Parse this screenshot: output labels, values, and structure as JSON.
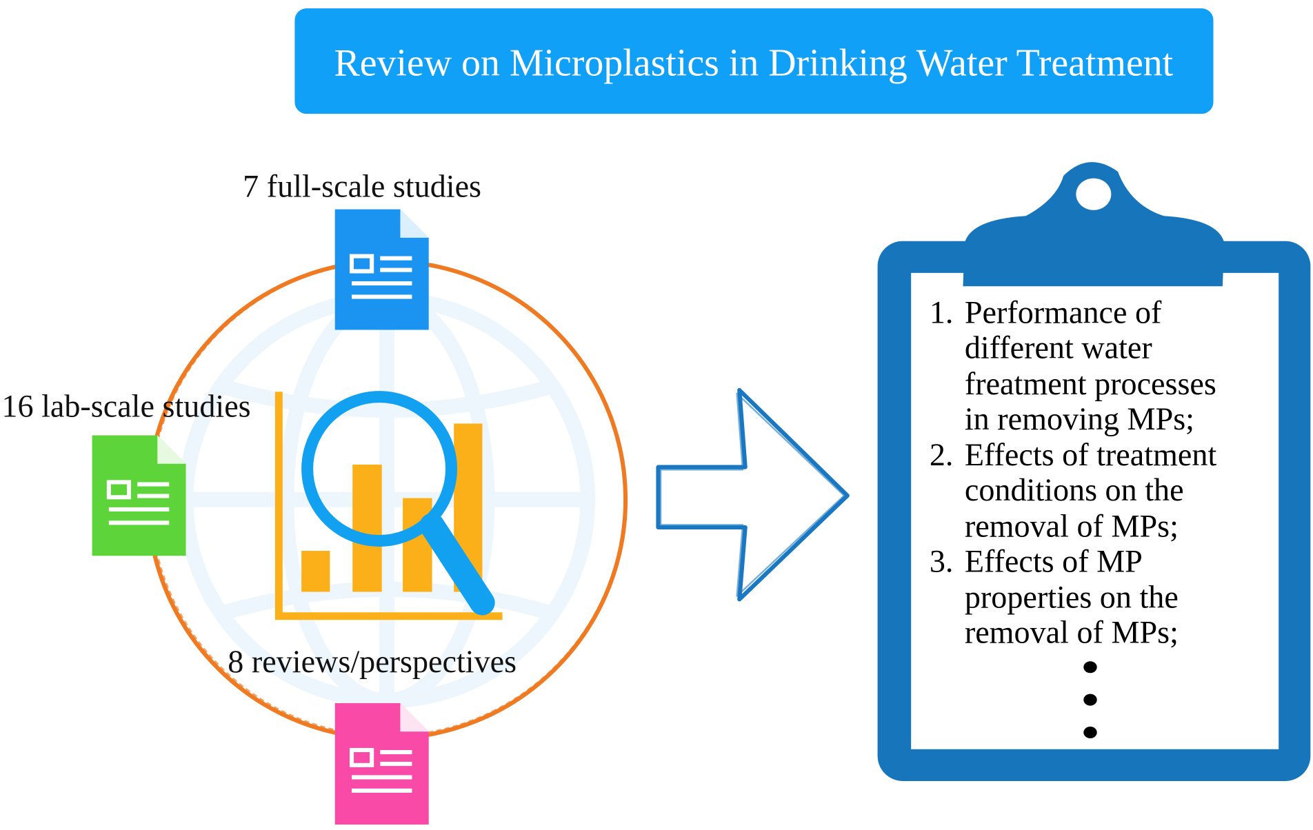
{
  "title": "Review on Microplastics in Drinking Water Treatment",
  "sources": {
    "full_scale": "7 full-scale studies",
    "lab_scale": "16 lab-scale studies",
    "reviews": "8 reviews/perspectives"
  },
  "icons": {
    "doc_full_scale": "document-icon",
    "doc_lab_scale": "document-icon",
    "doc_reviews": "document-icon",
    "center": "bar-chart-magnifier-icon",
    "arrow": "arrow-right-icon",
    "board": "clipboard-icon"
  },
  "colors": {
    "title_bg": "#10a0f8",
    "ring": "#f07a22",
    "doc_blue": "#1a94f0",
    "doc_green": "#5cd43a",
    "doc_pink": "#f94aa8",
    "bars": "#fbb01a",
    "clipboard": "#1776bb"
  },
  "findings": {
    "item1": {
      "num": "1.",
      "lines": [
        "Performance of",
        "different water",
        "freatment processes",
        "in removing MPs;"
      ]
    },
    "item2": {
      "num": "2.",
      "lines": [
        "Effects of treatment",
        "conditions on the",
        "removal of MPs;"
      ]
    },
    "item3": {
      "num": "3.",
      "lines": [
        "Effects of MP",
        "properties on the",
        "removal of MPs;"
      ]
    }
  }
}
